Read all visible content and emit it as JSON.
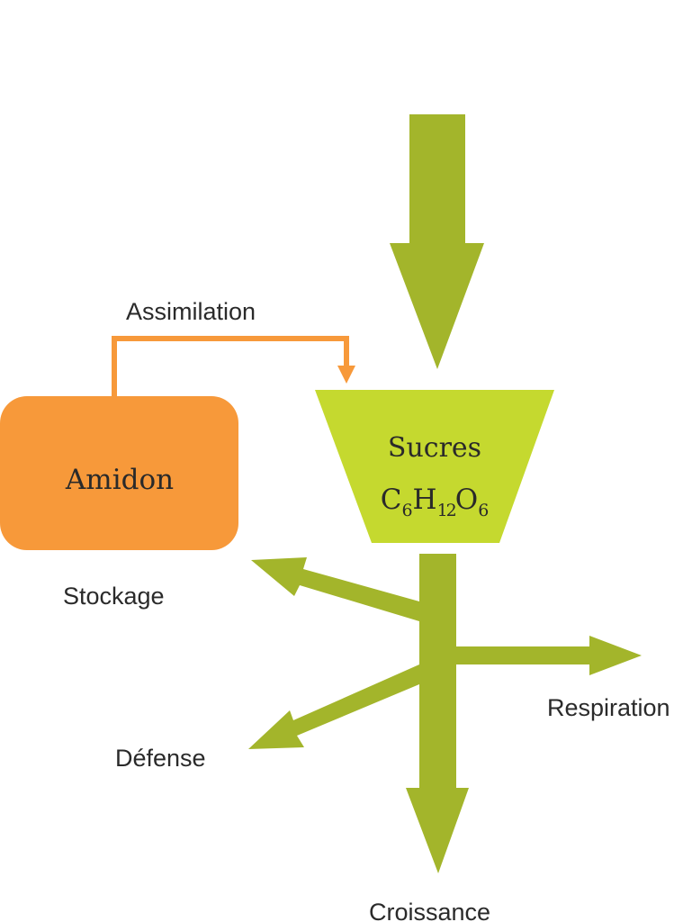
{
  "colors": {
    "flow_green": "#a3b52b",
    "sugar_green": "#c5d92f",
    "starch_orange": "#f7993a",
    "text": "#2a2a2a"
  },
  "labels": {
    "assimilation": "Assimilation",
    "starch": "Amidon",
    "storage": "Stockage",
    "sugars": "Sucres",
    "respiration": "Respiration",
    "defense": "Défense",
    "growth": "Croissance"
  },
  "formula": {
    "c": "C",
    "c_n": "6",
    "h": "H",
    "h_n": "12",
    "o": "O",
    "o_n": "6"
  }
}
